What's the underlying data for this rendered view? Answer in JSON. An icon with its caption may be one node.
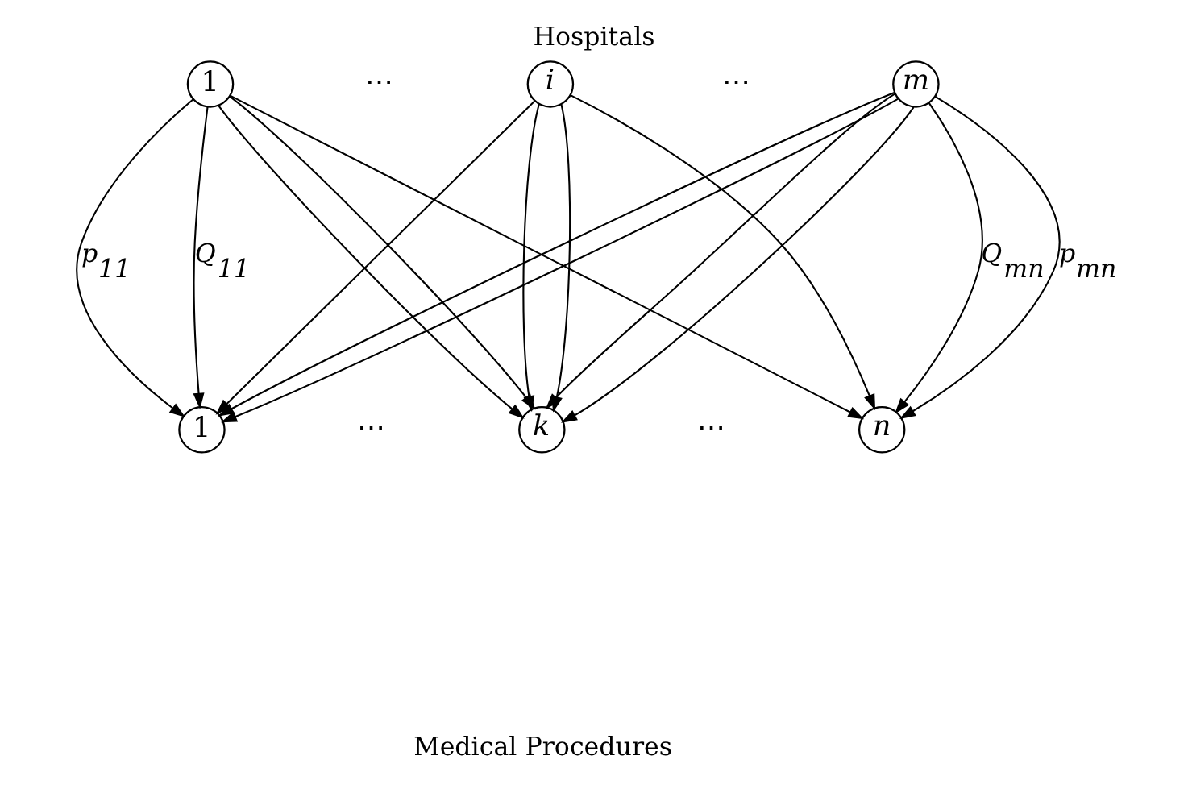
{
  "diagram": {
    "title": "Hospitals",
    "caption": "Medical Procedures",
    "nodes": [
      {
        "text": [
          "1"
        ]
      },
      {
        "text": [
          "i"
        ]
      },
      {
        "text": [
          "m"
        ]
      },
      {
        "text": [
          "1"
        ]
      },
      {
        "text": [
          "k"
        ]
      },
      {
        "text": [
          "n"
        ]
      }
    ],
    "edges": [
      {
        "from": 0,
        "to": 3,
        "arrow": "to",
        "label": "p$_{11}$"
      },
      {
        "from": 0,
        "to": 3,
        "arrow": "to",
        "label": "Q$_{11}$"
      },
      {
        "from": 0,
        "to": 4,
        "arrow": "to"
      },
      {
        "from": 0,
        "to": 4,
        "arrow": "to"
      },
      {
        "from": 0,
        "to": 5,
        "arrow": "to"
      },
      {
        "from": 1,
        "to": 3,
        "arrow": "to"
      },
      {
        "from": 1,
        "to": 4,
        "arrow": "to"
      },
      {
        "from": 1,
        "to": 4,
        "arrow": "to"
      },
      {
        "from": 1,
        "to": 5,
        "arrow": "to"
      },
      {
        "from": 2,
        "to": 3,
        "arrow": "to"
      },
      {
        "from": 2,
        "to": 3,
        "arrow": "to"
      },
      {
        "from": 2,
        "to": 4,
        "arrow": "to"
      },
      {
        "from": 2,
        "to": 4,
        "arrow": "to"
      },
      {
        "from": 2,
        "to": 5,
        "arrow": "to",
        "label": "Q$_{mn}$"
      },
      {
        "from": 2,
        "to": 5,
        "arrow": "to",
        "label": "p$_{mn}$"
      }
    ],
    "labels": [
      "⋯",
      "⋯",
      "⋯",
      "⋯"
    ]
  }
}
